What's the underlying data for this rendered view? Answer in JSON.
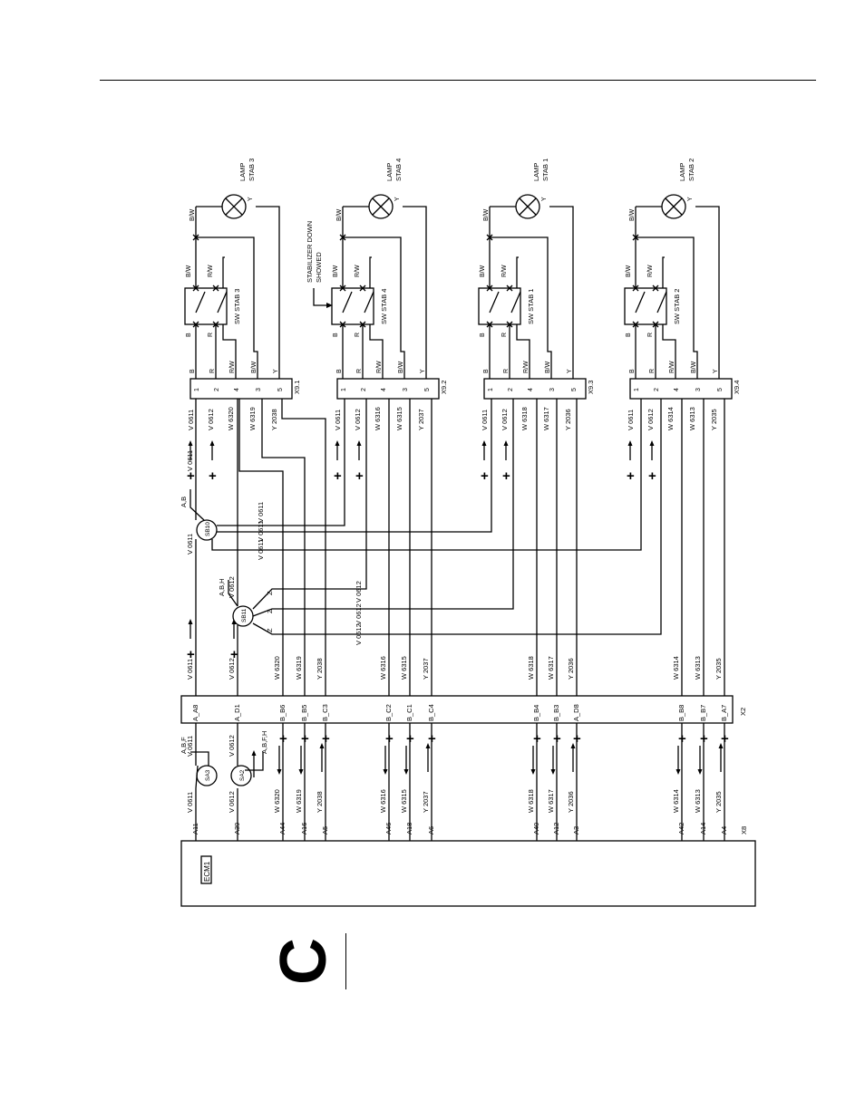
{
  "ecm": {
    "label": "ECM1",
    "connector": "X8"
  },
  "x2": {
    "label": "X2"
  },
  "sa": [
    {
      "id": "SA3",
      "circuit": "V 0611",
      "in": "V 0611",
      "tag": "A,B,F"
    },
    {
      "id": "SA2",
      "circuit": "V 0612",
      "in": "V 0612",
      "tag": "A,B,F,H"
    }
  ],
  "splices": [
    {
      "id": "SB10",
      "circuit": "V 0611",
      "tag": "A,B",
      "branch": "V 0611"
    },
    {
      "id": "SB11",
      "circuit": "V 0612",
      "tag": "A,B,H",
      "branch": "V 0612",
      "z": "Z"
    }
  ],
  "plus": "+",
  "note": "STABILIZER DOWN SHOWED",
  "ecm_pins": {
    "power": [
      "A11",
      "A39"
    ],
    "g3": [
      "A44",
      "A16",
      "A5"
    ],
    "g4": [
      "A46",
      "A18",
      "A6"
    ],
    "g1": [
      "A40",
      "A12",
      "A3"
    ],
    "g2": [
      "A42",
      "A14",
      "A4"
    ]
  },
  "x2_pins": {
    "power": [
      "A_A8",
      "A_D1"
    ],
    "g3": [
      "B_B6",
      "B_B5",
      "B_C3"
    ],
    "g4": [
      "B_C2",
      "B_C1",
      "B_C4"
    ],
    "g1": [
      "B_B4",
      "B_B3",
      "A_D8"
    ],
    "g2": [
      "B_B8",
      "B_B7",
      "B_A7"
    ]
  },
  "wires": {
    "g3": [
      "W 6320",
      "W 6319",
      "Y 2038"
    ],
    "g4": [
      "W 6316",
      "W 6315",
      "Y 2037"
    ],
    "g1": [
      "W 6318",
      "W 6317",
      "Y 2036"
    ],
    "g2": [
      "W 6314",
      "W 6313",
      "Y 2035"
    ]
  },
  "groups": [
    {
      "connector": "X9.1",
      "switch": "SW STAB 3",
      "lamp": [
        "LAMP",
        "STAB 3"
      ],
      "wires": [
        "V 0611",
        "V 0612",
        "W 6320",
        "W 6319",
        "Y 2038"
      ]
    },
    {
      "connector": "X9.2",
      "switch": "SW STAB 4",
      "lamp": [
        "LAMP",
        "STAB 4"
      ],
      "wires": [
        "V 0611",
        "V 0612",
        "W 6316",
        "W 6315",
        "Y 2037"
      ]
    },
    {
      "connector": "X9.3",
      "switch": "SW STAB 1",
      "lamp": [
        "LAMP",
        "STAB 1"
      ],
      "wires": [
        "V 0611",
        "V 0612",
        "W 6318",
        "W 6317",
        "Y 2036"
      ]
    },
    {
      "connector": "X9.4",
      "switch": "SW STAB 2",
      "lamp": [
        "LAMP",
        "STAB 2"
      ],
      "wires": [
        "V 0611",
        "V 0612",
        "W 6314",
        "W 6313",
        "Y 2035"
      ]
    }
  ],
  "x9_pins": [
    "1",
    "2",
    "4",
    "3",
    "5"
  ],
  "x9_colors": [
    "B",
    "R",
    "R/W",
    "B/W",
    "Y"
  ],
  "sw_colors_left": [
    "B",
    "R"
  ],
  "sw_colors_right": [
    "B/W",
    "R/W"
  ],
  "lamp_colors": [
    "B/W",
    "Y"
  ],
  "section_letter": "C"
}
